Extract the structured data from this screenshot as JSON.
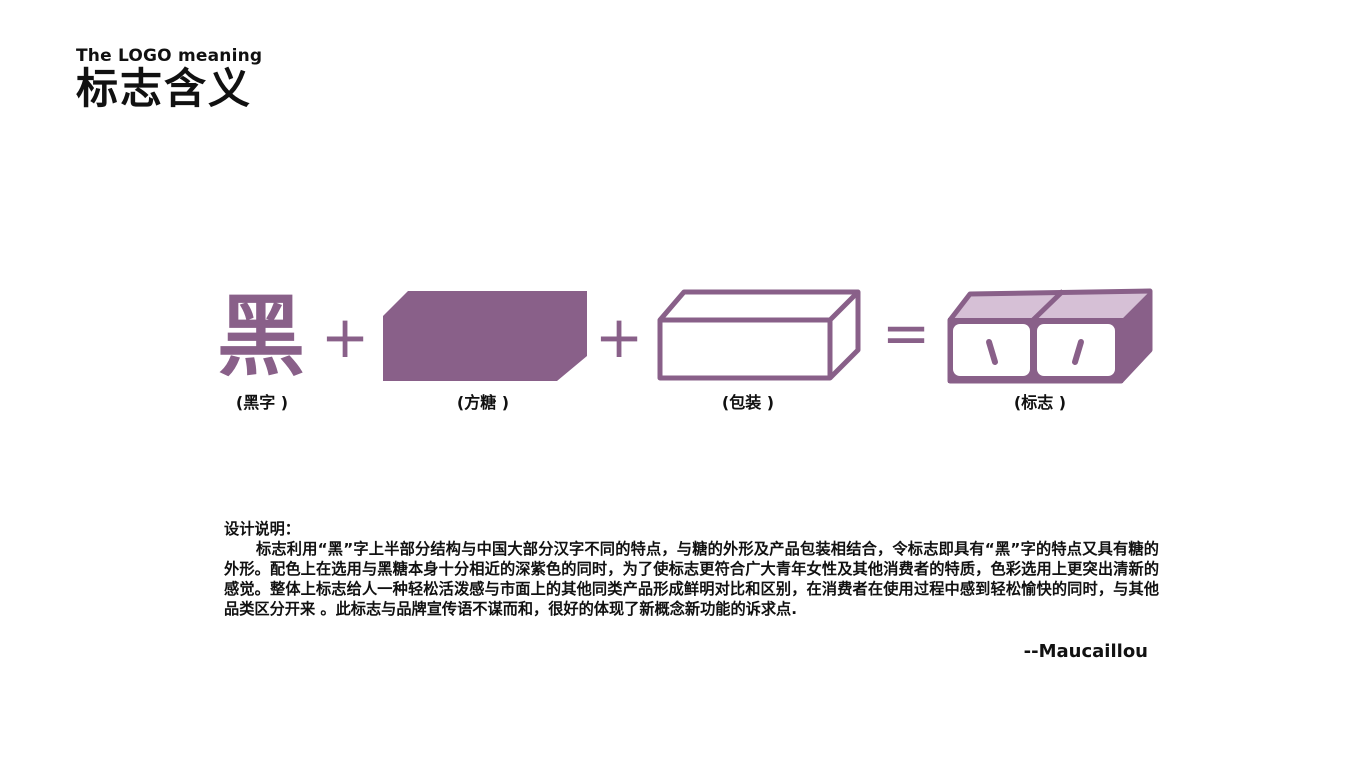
{
  "header": {
    "subtitle": "The LOGO meaning",
    "title": "标志含义"
  },
  "diagram": {
    "glyph": "黑",
    "plus": "+",
    "equals": "=",
    "captions": [
      "(黑字 )",
      "(方糖 )",
      "(包装 )",
      "(标志 )"
    ],
    "colors": {
      "primary": "#896089",
      "light": "#d6c0d6"
    }
  },
  "description": {
    "heading": "设计说明：",
    "body": "标志利用“黑”字上半部分结构与中国大部分汉字不同的特点，与糖的外形及产品包装相结合，令标志即具有“黑”字的特点又具有糖的外形。配色上在选用与黑糖本身十分相近的深紫色的同时，为了使标志更符合广大青年女性及其他消费者的特质，色彩选用上更突出清新的感觉。整体上标志给人一种轻松活泼感与市面上的其他同类产品形成鲜明对比和区别，在消费者在使用过程中感到轻松愉快的同时，与其他品类区分开来 。此标志与品牌宣传语不谋而和，很好的体现了新概念新功能的诉求点.",
    "signature": "--Maucaillou"
  }
}
